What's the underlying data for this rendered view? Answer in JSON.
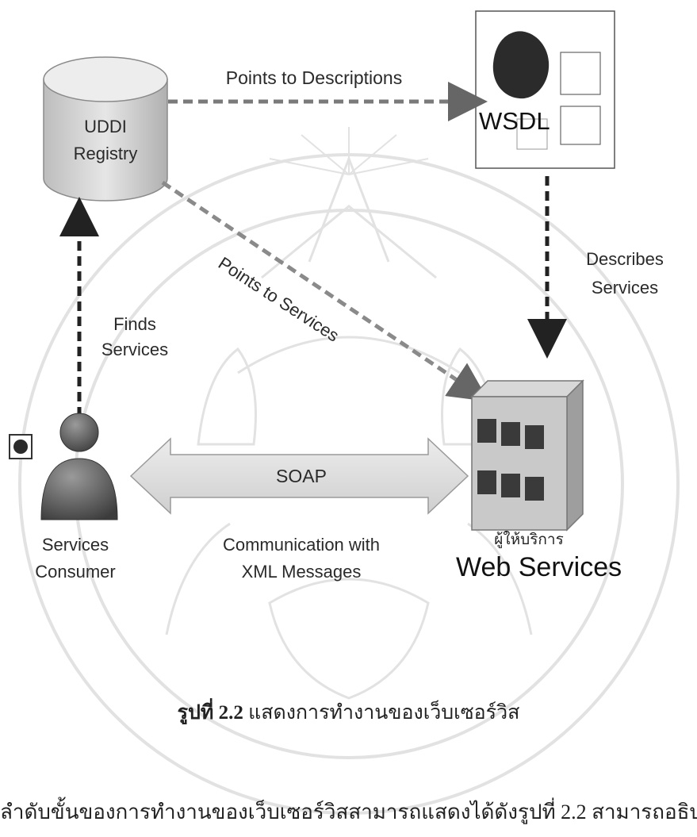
{
  "diagram": {
    "uddi": {
      "line1": "UDDI",
      "line2": "Registry"
    },
    "wsdl": {
      "label": "WSDL"
    },
    "edges": {
      "points_to_descriptions": "Points to Descriptions",
      "points_to_services": "Points to Services",
      "describes_services": {
        "line1": "Describes",
        "line2": "Services"
      },
      "finds_services": {
        "line1": "Finds",
        "line2": "Services"
      },
      "soap": "SOAP",
      "communication": {
        "line1": "Communication with",
        "line2": "XML Messages"
      }
    },
    "consumer": {
      "line1": "Services",
      "line2": "Consumer"
    },
    "provider": {
      "thai_label": "ผู้ให้บริการ",
      "label": "Web Services"
    }
  },
  "caption": {
    "prefix": "รูปที่ 2.2",
    "text": " แสดงการทำงานของเว็บเซอร์วิส"
  },
  "body_text": "ลำดับขั้นของการทำงานของเว็บเซอร์วิสสามารถแสดงได้ดังรูปที่ 2.2 สามารถอธิบ",
  "colors": {
    "arrow": "#7a7a7a",
    "cylinder": "#cfcfcf",
    "watermark": "#e4e4e4"
  }
}
